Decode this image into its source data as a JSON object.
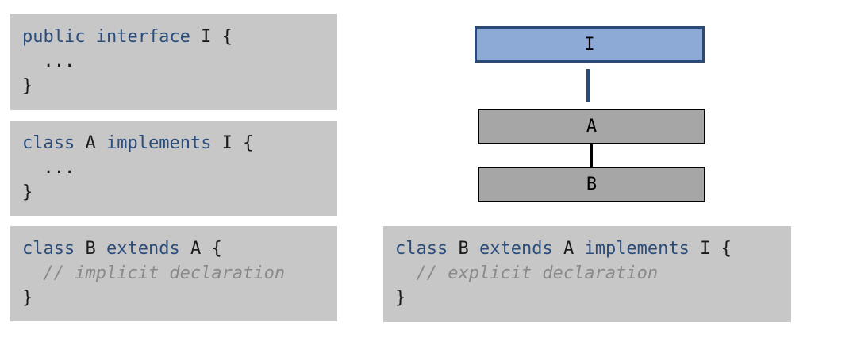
{
  "colors": {
    "page_bg": "#ffffff",
    "code_bg": "#c7c7c7",
    "keyword": "#2a4d7c",
    "plain": "#1a1a1a",
    "comment": "#8a8a8a",
    "interface_fill": "#8da9d6",
    "interface_border": "#2a4a78",
    "interface_edge": "#2a4a78",
    "class_fill": "#a6a6a6",
    "class_border": "#000000",
    "class_edge": "#000000"
  },
  "code_blocks": [
    {
      "id": "interface-i",
      "lines": [
        {
          "segments": [
            {
              "text": "public interface",
              "style": "keyword"
            },
            {
              "text": " I {",
              "style": "plain"
            }
          ]
        },
        {
          "segments": [
            {
              "text": "  ...",
              "style": "plain"
            }
          ]
        },
        {
          "segments": [
            {
              "text": "}",
              "style": "plain"
            }
          ]
        }
      ]
    },
    {
      "id": "class-a-implements-i",
      "lines": [
        {
          "segments": [
            {
              "text": "class",
              "style": "keyword"
            },
            {
              "text": " A ",
              "style": "plain"
            },
            {
              "text": "implements",
              "style": "keyword"
            },
            {
              "text": " I {",
              "style": "plain"
            }
          ]
        },
        {
          "segments": [
            {
              "text": "  ...",
              "style": "plain"
            }
          ]
        },
        {
          "segments": [
            {
              "text": "}",
              "style": "plain"
            }
          ]
        }
      ]
    },
    {
      "id": "class-b-extends-a-implicit",
      "lines": [
        {
          "segments": [
            {
              "text": "class",
              "style": "keyword"
            },
            {
              "text": " B ",
              "style": "plain"
            },
            {
              "text": "extends",
              "style": "keyword"
            },
            {
              "text": " A {",
              "style": "plain"
            }
          ]
        },
        {
          "segments": [
            {
              "text": "  // implicit declaration",
              "style": "comment"
            }
          ]
        },
        {
          "segments": [
            {
              "text": "}",
              "style": "plain"
            }
          ]
        }
      ]
    },
    {
      "id": "class-b-extends-a-explicit",
      "lines": [
        {
          "segments": [
            {
              "text": "class",
              "style": "keyword"
            },
            {
              "text": " B ",
              "style": "plain"
            },
            {
              "text": "extends",
              "style": "keyword"
            },
            {
              "text": " A ",
              "style": "plain"
            },
            {
              "text": "implements",
              "style": "keyword"
            },
            {
              "text": " I {",
              "style": "plain"
            }
          ]
        },
        {
          "segments": [
            {
              "text": "  // explicit declaration",
              "style": "comment"
            }
          ]
        },
        {
          "segments": [
            {
              "text": "}",
              "style": "plain"
            }
          ]
        }
      ]
    }
  ],
  "diagram": {
    "nodes": [
      {
        "id": "I",
        "label": "I",
        "kind": "interface"
      },
      {
        "id": "A",
        "label": "A",
        "kind": "class"
      },
      {
        "id": "B",
        "label": "B",
        "kind": "class"
      }
    ],
    "edges": [
      {
        "from": "I",
        "to": "A",
        "kind": "implements"
      },
      {
        "from": "A",
        "to": "B",
        "kind": "extends"
      }
    ]
  }
}
